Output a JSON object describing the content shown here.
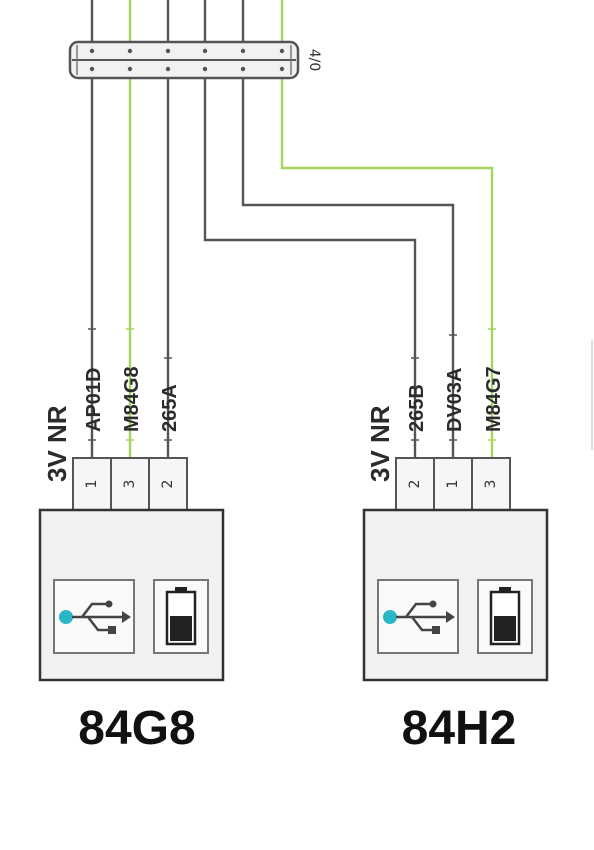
{
  "terminal_block": {
    "label": "4/0"
  },
  "colors": {
    "wire": "#555555",
    "wire_green": "#a4d65e",
    "module_fill": "#f1f1f1",
    "icon_cyan": "#29b7c8"
  },
  "modules": [
    {
      "id": "84G8",
      "label": "84G8",
      "supply_label": "3V NR",
      "pins": [
        {
          "number": "1",
          "wire_label": "AP01D",
          "wire_color": "gray"
        },
        {
          "number": "3",
          "wire_label": "M84G8",
          "wire_color": "green"
        },
        {
          "number": "2",
          "wire_label": "265A",
          "wire_color": "gray"
        }
      ],
      "icons": [
        "usb-icon",
        "battery-icon"
      ]
    },
    {
      "id": "84H2",
      "label": "84H2",
      "supply_label": "3V NR",
      "pins": [
        {
          "number": "2",
          "wire_label": "265B",
          "wire_color": "gray"
        },
        {
          "number": "1",
          "wire_label": "DV03A",
          "wire_color": "gray"
        },
        {
          "number": "3",
          "wire_label": "M84G7",
          "wire_color": "green"
        }
      ],
      "icons": [
        "usb-icon",
        "battery-icon"
      ]
    }
  ]
}
